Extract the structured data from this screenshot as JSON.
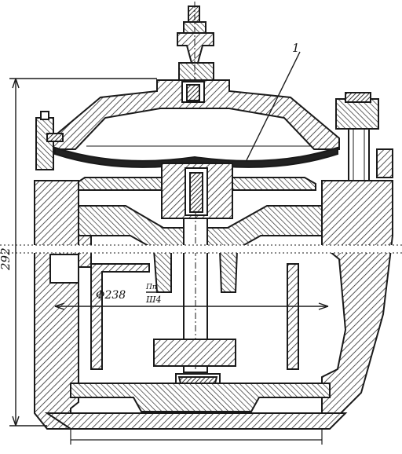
{
  "drawing": {
    "leader_callout": "1",
    "height_dimension": "292",
    "diameter_dimension": "Φ238",
    "fit_numerator": "Пп",
    "fit_denominator": "Ш4"
  },
  "colors": {
    "ink": "#1a1a1a",
    "paper": "#ffffff",
    "hatch": "#2b2b2b"
  }
}
